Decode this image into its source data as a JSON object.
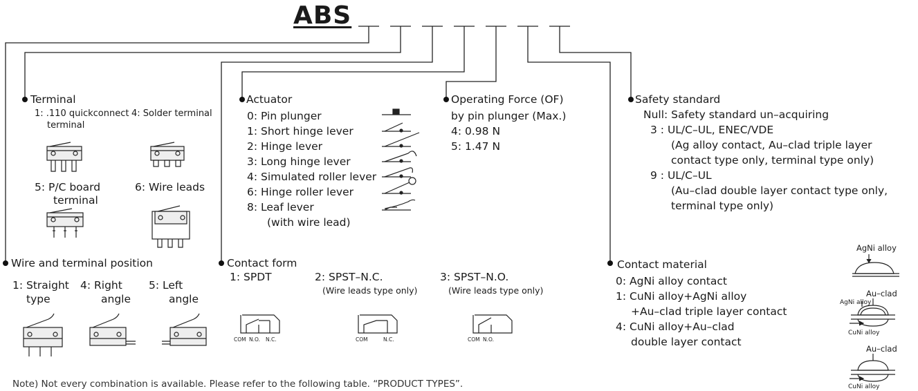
{
  "title": "ABS",
  "terminal": {
    "heading": "Terminal",
    "opt1_a": "1: .110 quickconnect",
    "opt1_b": "terminal",
    "opt4": "4: Solder terminal",
    "opt5_a": "5: P/C board",
    "opt5_b": "terminal",
    "opt6": "6: Wire leads",
    "icons": [
      "quickconnect-terminal-icon",
      "solder-terminal-icon",
      "pc-board-terminal-icon",
      "wire-leads-icon"
    ]
  },
  "wire_position": {
    "heading": "Wire and terminal position",
    "opt1_a": "1: Straight",
    "opt1_b": "type",
    "opt4_a": "4: Right",
    "opt4_b": "angle",
    "opt5_a": "5: Left",
    "opt5_b": "angle"
  },
  "actuator": {
    "heading": "Actuator",
    "items": [
      "0: Pin plunger",
      "1: Short hinge lever",
      "2: Hinge lever",
      "3: Long hinge lever",
      "4: Simulated roller lever",
      "6: Hinge roller lever",
      "8: Leaf lever",
      "(with wire lead)"
    ]
  },
  "contact_form": {
    "heading": "Contact form",
    "opt1": "1: SPDT",
    "opt2": "2: SPST–N.C.",
    "opt2_note": "(Wire leads type only)",
    "opt3": "3: SPST–N.O.",
    "opt3_note": "(Wire leads type only)",
    "labels": {
      "com": "COM",
      "no": "N.O.",
      "nc": "N.C."
    }
  },
  "operating_force": {
    "heading": "Operating Force (OF)",
    "sub": "by pin plunger (Max.)",
    "opt4": "4: 0.98 N",
    "opt5": "5: 1.47 N"
  },
  "safety": {
    "heading": "Safety standard",
    "null": "Null: Safety standard un–acquiring",
    "opt3": "3 : UL/C–UL, ENEC/VDE",
    "opt3_n1": "(Ag alloy contact, Au–clad triple layer",
    "opt3_n2": "contact type only, terminal type only)",
    "opt9": "9 : UL/C–UL",
    "opt9_n1": "(Au–clad double layer contact type only,",
    "opt9_n2": "terminal type only)"
  },
  "contact_material": {
    "heading": "Contact material",
    "opt0": "0: AgNi alloy contact",
    "opt1_a": "1: CuNi alloy+AgNi alloy",
    "opt1_b": "+Au–clad triple layer contact",
    "opt4_a": "4: CuNi alloy+Au–clad",
    "opt4_b": "double layer contact",
    "fig_agni": "AgNi alloy",
    "fig2_auclad": "Au–clad",
    "fig2_agni": "AgNi alloy",
    "fig2_cuni": "CuNi alloy",
    "fig3_auclad": "Au–clad",
    "fig3_cuni": "CuNi alloy"
  },
  "note": "Note) Not every combination is available. Please refer to the following table. “PRODUCT TYPES”."
}
